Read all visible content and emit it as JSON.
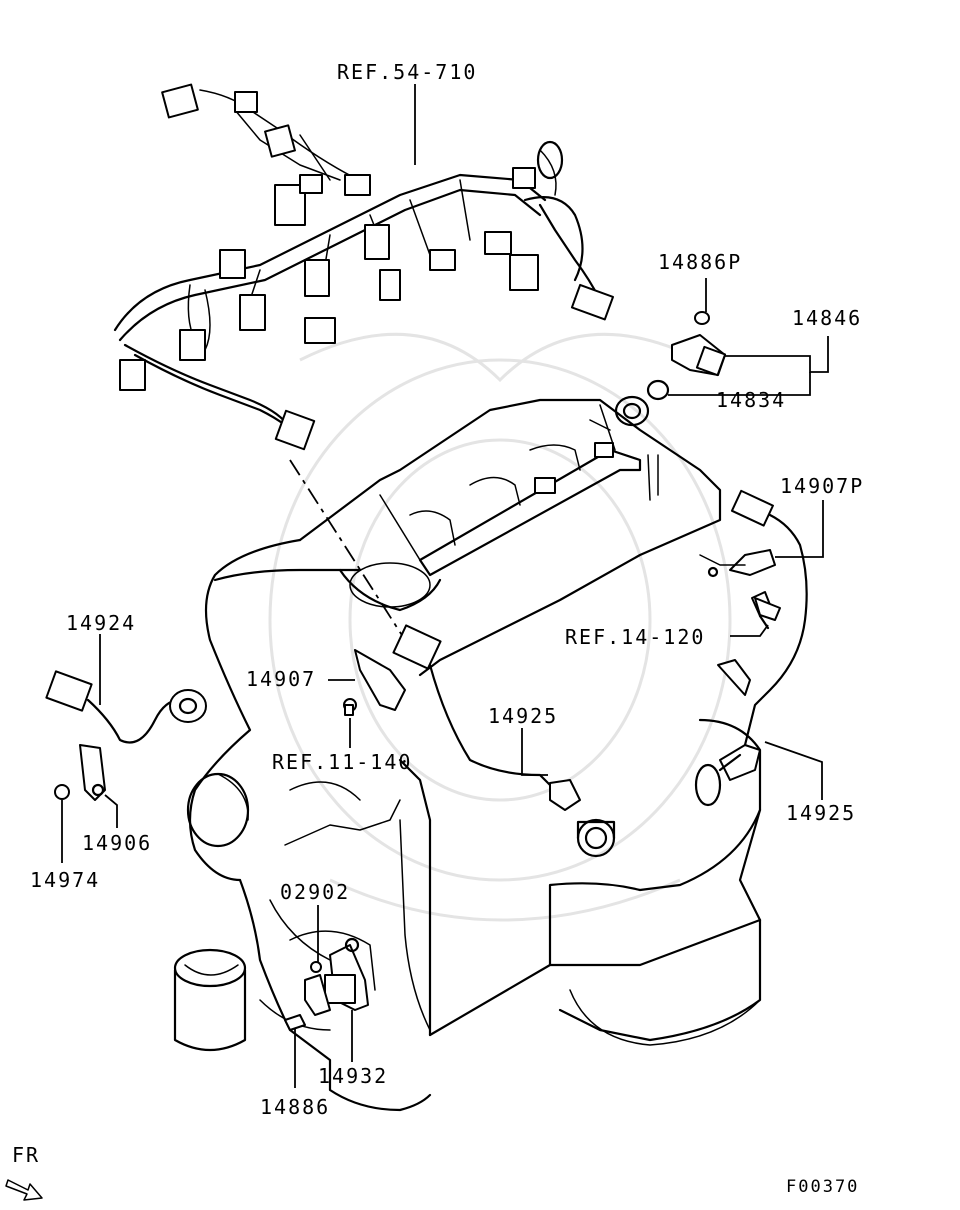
{
  "labels": {
    "ref_harness": "REF.54-710",
    "p14886P": "14886P",
    "p14846": "14846",
    "p14834": "14834",
    "p14907P": "14907P",
    "ref_14_120": "REF.14-120",
    "p14924": "14924",
    "p14907": "14907",
    "p14925_left": "14925",
    "ref_11_140": "REF.11-140",
    "p14906": "14906",
    "p14974": "14974",
    "p14925_right": "14925",
    "p02902": "02902",
    "p14932": "14932",
    "p14886": "14886",
    "fr": "FR",
    "code": "F00370"
  },
  "icons": {
    "front_arrow": "front-direction-arrow-icon"
  }
}
